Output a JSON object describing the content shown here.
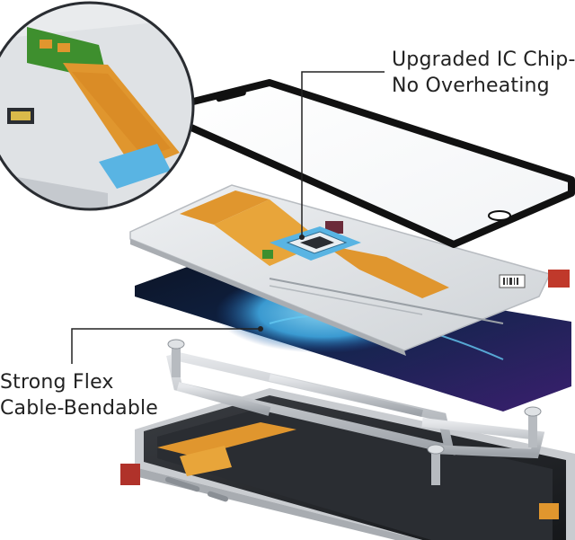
{
  "callouts": {
    "ic_chip": {
      "line1": "Upgraded IC Chip-",
      "line2": "No Overheating"
    },
    "flex_cable": {
      "line1": "Strong Flex",
      "line2": "Cable-Bendable"
    }
  },
  "icons": {
    "magnifier": "zoom-circle-icon",
    "ic_chip": "ic-chip-icon",
    "screw": "screw-icon"
  },
  "colors": {
    "flex_cable": "#e0962e",
    "pcb_green": "#3e8f2e",
    "chip_blue": "#59b4e3",
    "frame_silver": "#c9ccd0",
    "screen_dark": "#0e1830",
    "screen_glow": "#59c3ee",
    "glass_border": "#111111",
    "connector_red": "#c0392b"
  }
}
